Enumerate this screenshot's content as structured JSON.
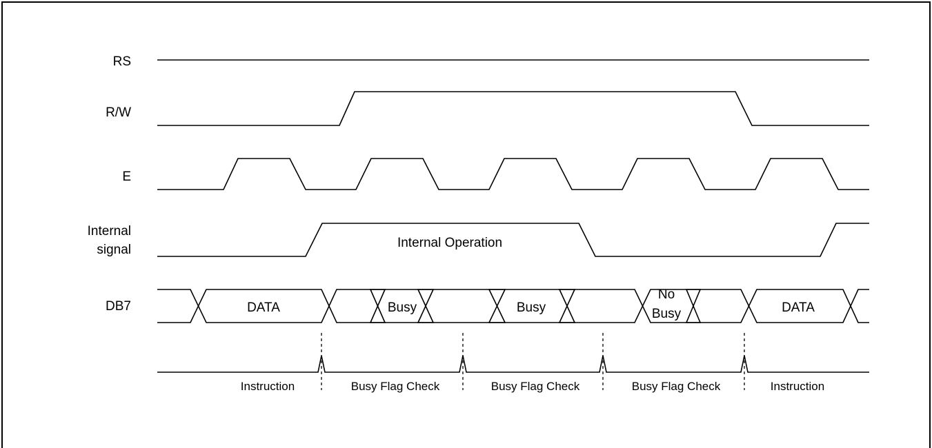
{
  "signals": [
    {
      "id": "rs",
      "label_lines": [
        "RS"
      ]
    },
    {
      "id": "rw",
      "label_lines": [
        "R/W"
      ]
    },
    {
      "id": "e",
      "label_lines": [
        "E"
      ]
    },
    {
      "id": "internal",
      "label_lines": [
        "Internal",
        "signal"
      ]
    },
    {
      "id": "db7",
      "label_lines": [
        "DB7"
      ]
    }
  ],
  "internal_signal": {
    "annotation": "Internal Operation"
  },
  "db7_states": [
    {
      "id": "data-1",
      "lines": [
        "DATA"
      ]
    },
    {
      "id": "busy-1",
      "lines": [
        "Busy"
      ]
    },
    {
      "id": "busy-2",
      "lines": [
        "Busy"
      ]
    },
    {
      "id": "no-busy",
      "lines": [
        "No",
        "Busy"
      ]
    },
    {
      "id": "data-2",
      "lines": [
        "DATA"
      ]
    }
  ],
  "phases": [
    "Instruction",
    "Busy Flag Check",
    "Busy Flag Check",
    "Busy Flag Check",
    "Instruction"
  ]
}
